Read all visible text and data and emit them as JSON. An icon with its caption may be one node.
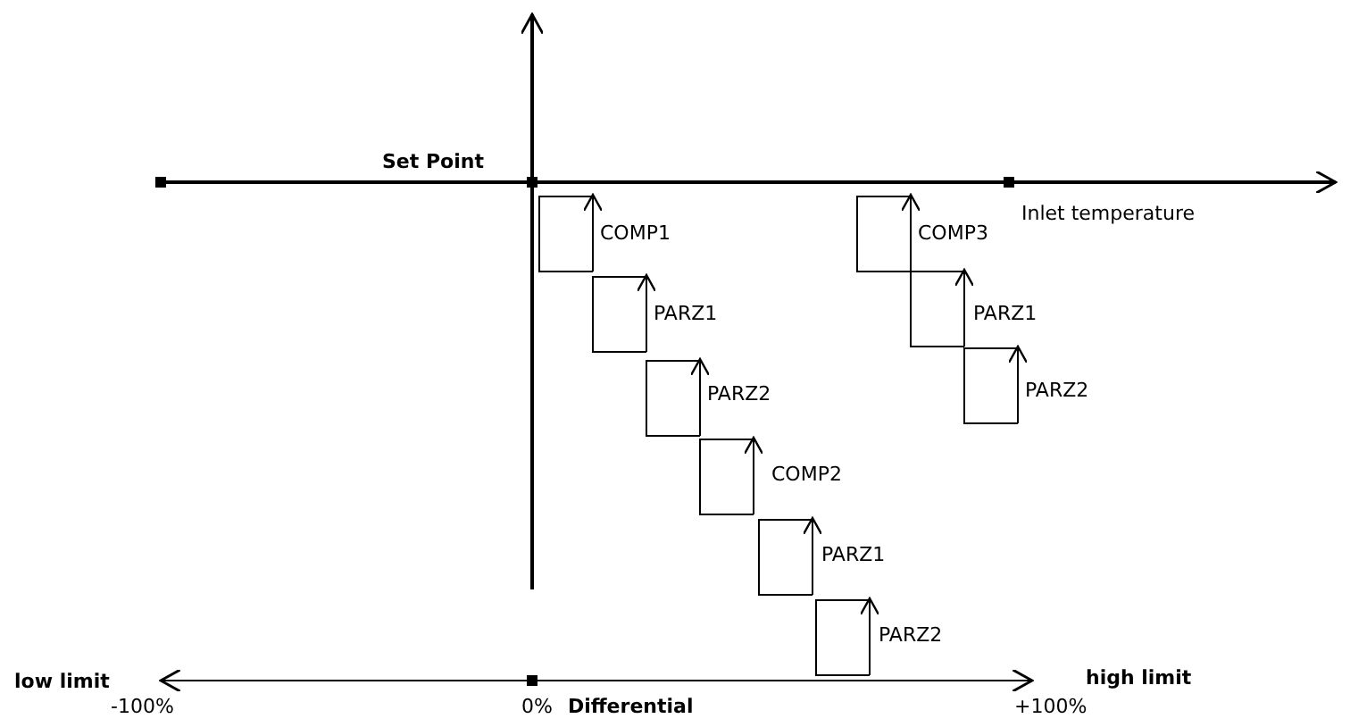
{
  "diagram": {
    "labels": [
      "Set Point",
      "Inlet temperature",
      "COMP1",
      "COMP3",
      "PARZ1",
      "PARZ1",
      "PARZ2",
      "PARZ2",
      "COMP2",
      "PARZ1",
      "PARZ2",
      "low limit",
      "high limit",
      "-100%",
      "0%",
      "Differential",
      "+100%"
    ]
  }
}
